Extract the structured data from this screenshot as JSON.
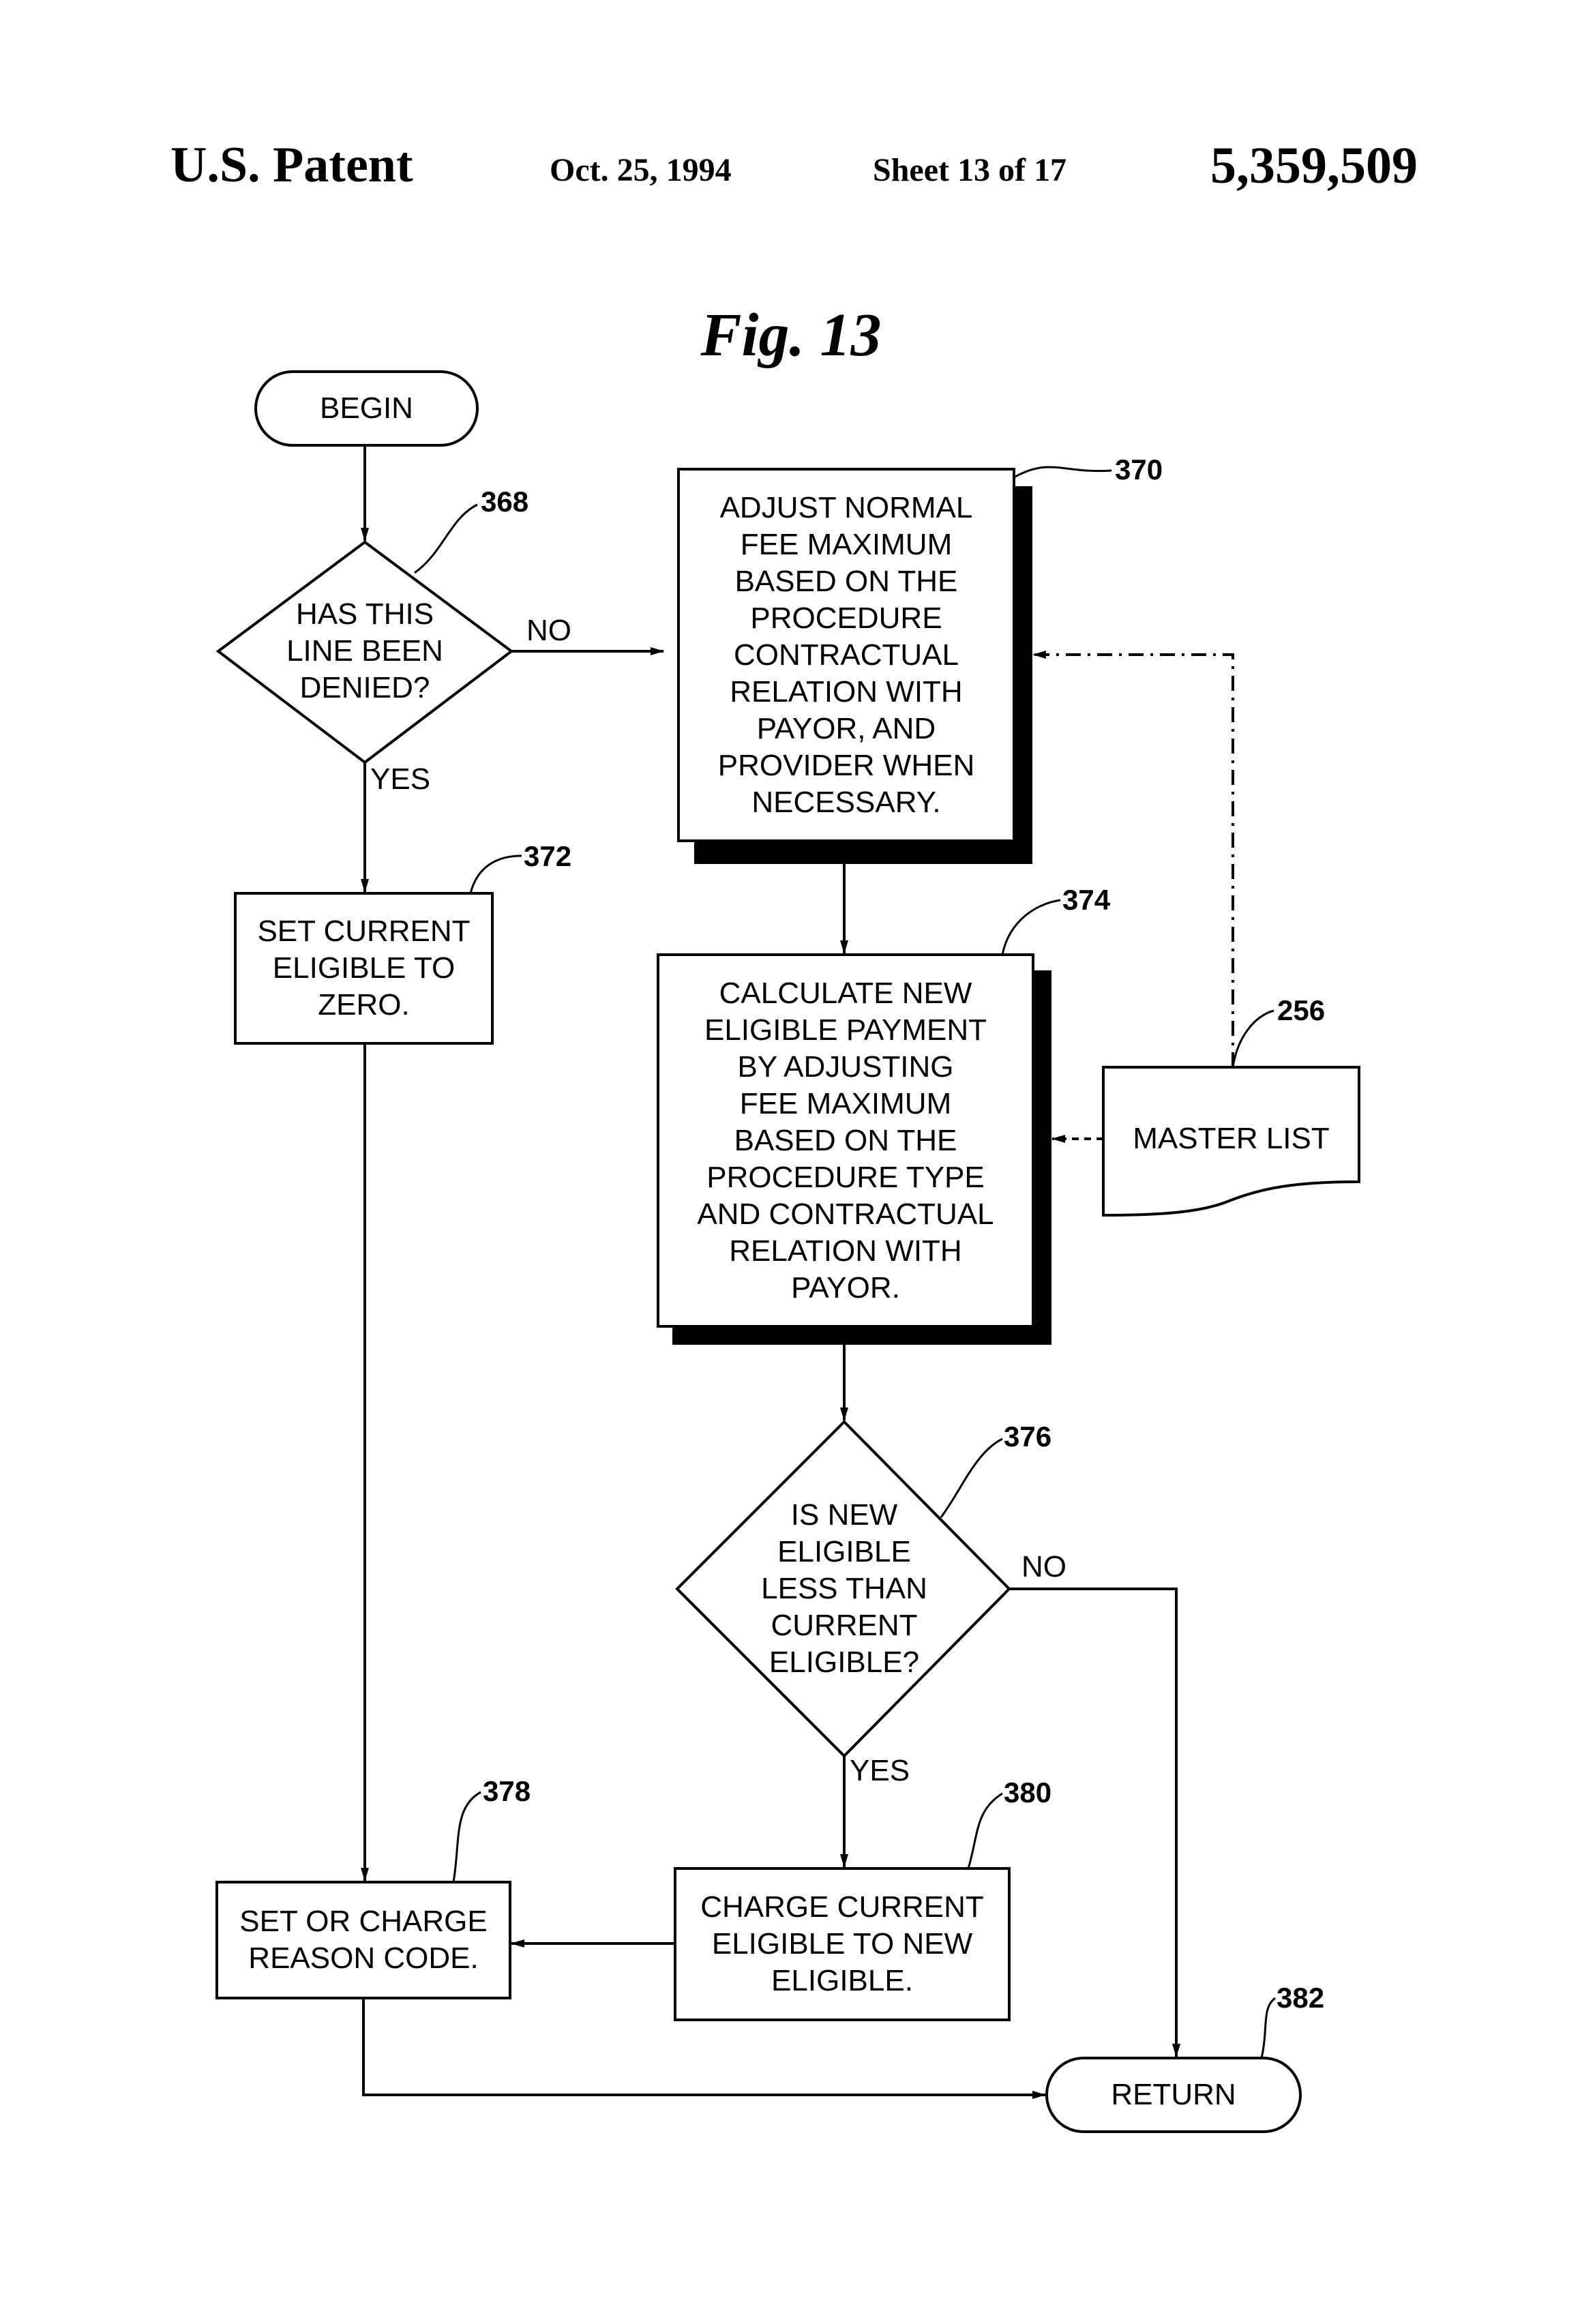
{
  "header": {
    "patent": "U.S. Patent",
    "date": "Oct. 25, 1994",
    "sheet": "Sheet 13 of 17",
    "number": "5,359,509"
  },
  "figure": {
    "title": "Fig. 13"
  },
  "nodes": {
    "begin": {
      "text": "BEGIN"
    },
    "decision_368": {
      "text": "HAS THIS\nLINE BEEN\nDENIED?",
      "ref": "368"
    },
    "step_370": {
      "text": "ADJUST NORMAL\nFEE MAXIMUM\nBASED ON THE\nPROCEDURE\nCONTRACTUAL\nRELATION WITH\nPAYOR, AND\nPROVIDER WHEN\nNECESSARY.",
      "ref": "370"
    },
    "step_372": {
      "text": "SET CURRENT\nELIGIBLE TO\nZERO.",
      "ref": "372"
    },
    "step_374": {
      "text": "CALCULATE NEW\nELIGIBLE PAYMENT\nBY ADJUSTING\nFEE MAXIMUM\nBASED ON THE\nPROCEDURE TYPE\nAND CONTRACTUAL\nRELATION WITH\nPAYOR.",
      "ref": "374"
    },
    "master_list": {
      "text": "MASTER LIST",
      "ref": "256"
    },
    "decision_376": {
      "text": "IS NEW\nELIGIBLE\nLESS THAN\nCURRENT\nELIGIBLE?",
      "ref": "376"
    },
    "step_378": {
      "text": "SET OR CHARGE\nREASON CODE.",
      "ref": "378"
    },
    "step_380": {
      "text": "CHARGE CURRENT\nELIGIBLE TO NEW\nELIGIBLE.",
      "ref": "380"
    },
    "return": {
      "text": "RETURN",
      "ref": "382"
    }
  },
  "edges": {
    "no_368": "NO",
    "yes_368": "YES",
    "no_376": "NO",
    "yes_376": "YES"
  }
}
